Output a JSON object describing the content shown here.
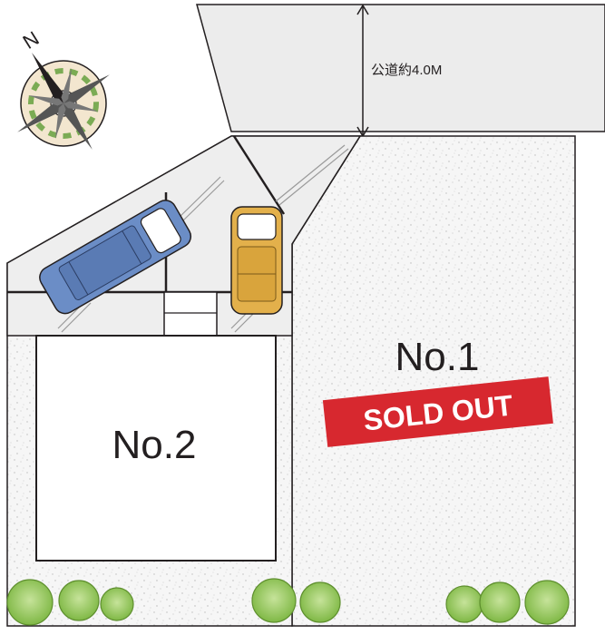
{
  "compass": {
    "north_label": "N",
    "icon": "compass-rose-icon"
  },
  "road": {
    "label": "公道約4.0M"
  },
  "lot1": {
    "label": "No.1",
    "status": "SOLD OUT",
    "status_color": "#d7282f"
  },
  "lot2": {
    "label": "No.2"
  },
  "colors": {
    "road": "#ececec",
    "lot_speckle": "#f4f4f4",
    "paved": "#eeeeee",
    "outline": "#231f20",
    "car_blue": "#6b8dc6",
    "car_yellow": "#e3b04b",
    "tree": "#9fcf63"
  }
}
